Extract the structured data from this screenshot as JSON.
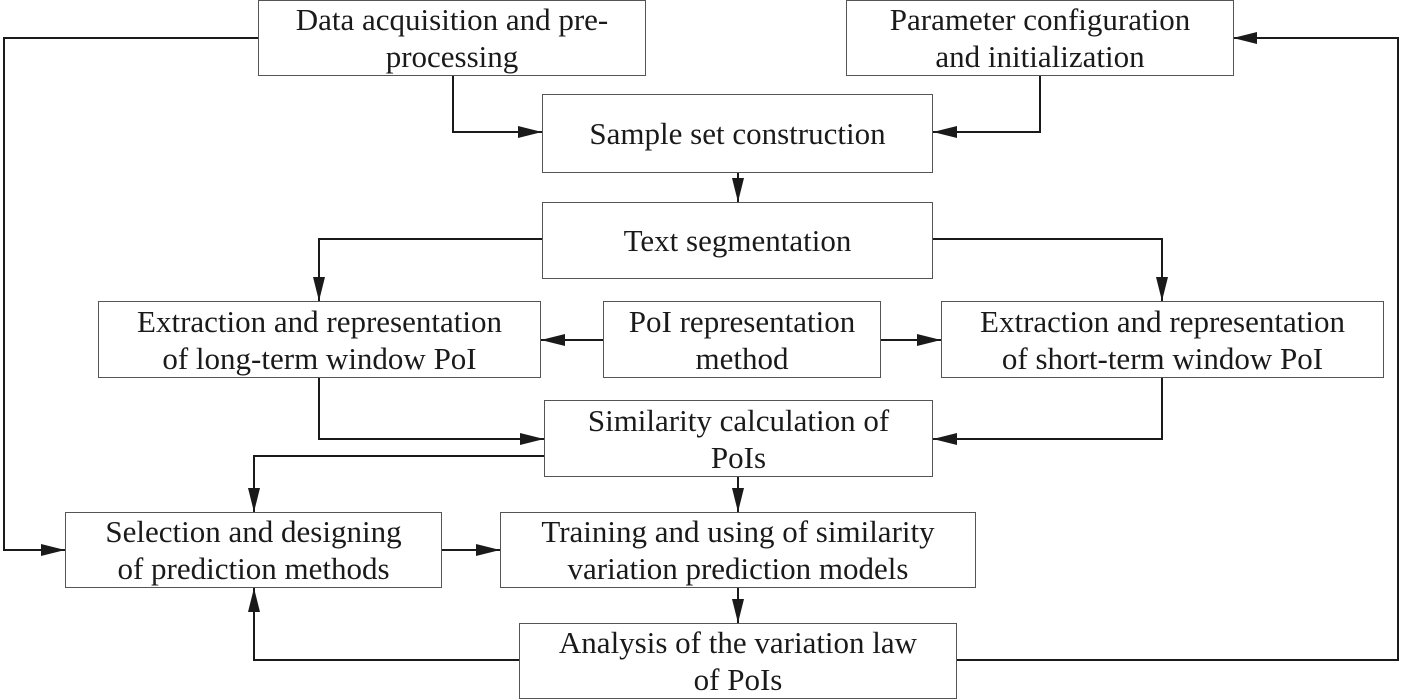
{
  "nodes": {
    "data_acq": "Data acquisition and pre-\nprocessing",
    "param_cfg": "Parameter configuration\nand initialization",
    "sample_set": "Sample set construction",
    "text_seg": "Text segmentation",
    "extract_long": "Extraction and representation\nof long-term window PoI",
    "poi_method": "PoI representation\nmethod",
    "extract_short": "Extraction and representation\nof short-term window PoI",
    "similarity": "Similarity calculation of\nPoIs",
    "selection": "Selection and designing\nof prediction methods",
    "training": "Training and using of similarity\nvariation prediction models",
    "analysis": "Analysis of the variation law\nof PoIs"
  },
  "edges": [
    {
      "from": "data_acq",
      "to": "sample_set"
    },
    {
      "from": "param_cfg",
      "to": "sample_set"
    },
    {
      "from": "sample_set",
      "to": "text_seg"
    },
    {
      "from": "text_seg",
      "to": "extract_long"
    },
    {
      "from": "text_seg",
      "to": "extract_short"
    },
    {
      "from": "poi_method",
      "to": "extract_long"
    },
    {
      "from": "poi_method",
      "to": "extract_short"
    },
    {
      "from": "extract_long",
      "to": "similarity"
    },
    {
      "from": "extract_short",
      "to": "similarity"
    },
    {
      "from": "similarity",
      "to": "selection"
    },
    {
      "from": "similarity",
      "to": "training"
    },
    {
      "from": "selection",
      "to": "training"
    },
    {
      "from": "training",
      "to": "analysis"
    },
    {
      "from": "analysis",
      "to": "selection"
    },
    {
      "from": "data_acq",
      "to": "selection"
    },
    {
      "from": "analysis",
      "to": "param_cfg"
    }
  ],
  "colors": {
    "line": "#1a1a1a",
    "border": "#555555",
    "background": "#ffffff"
  }
}
